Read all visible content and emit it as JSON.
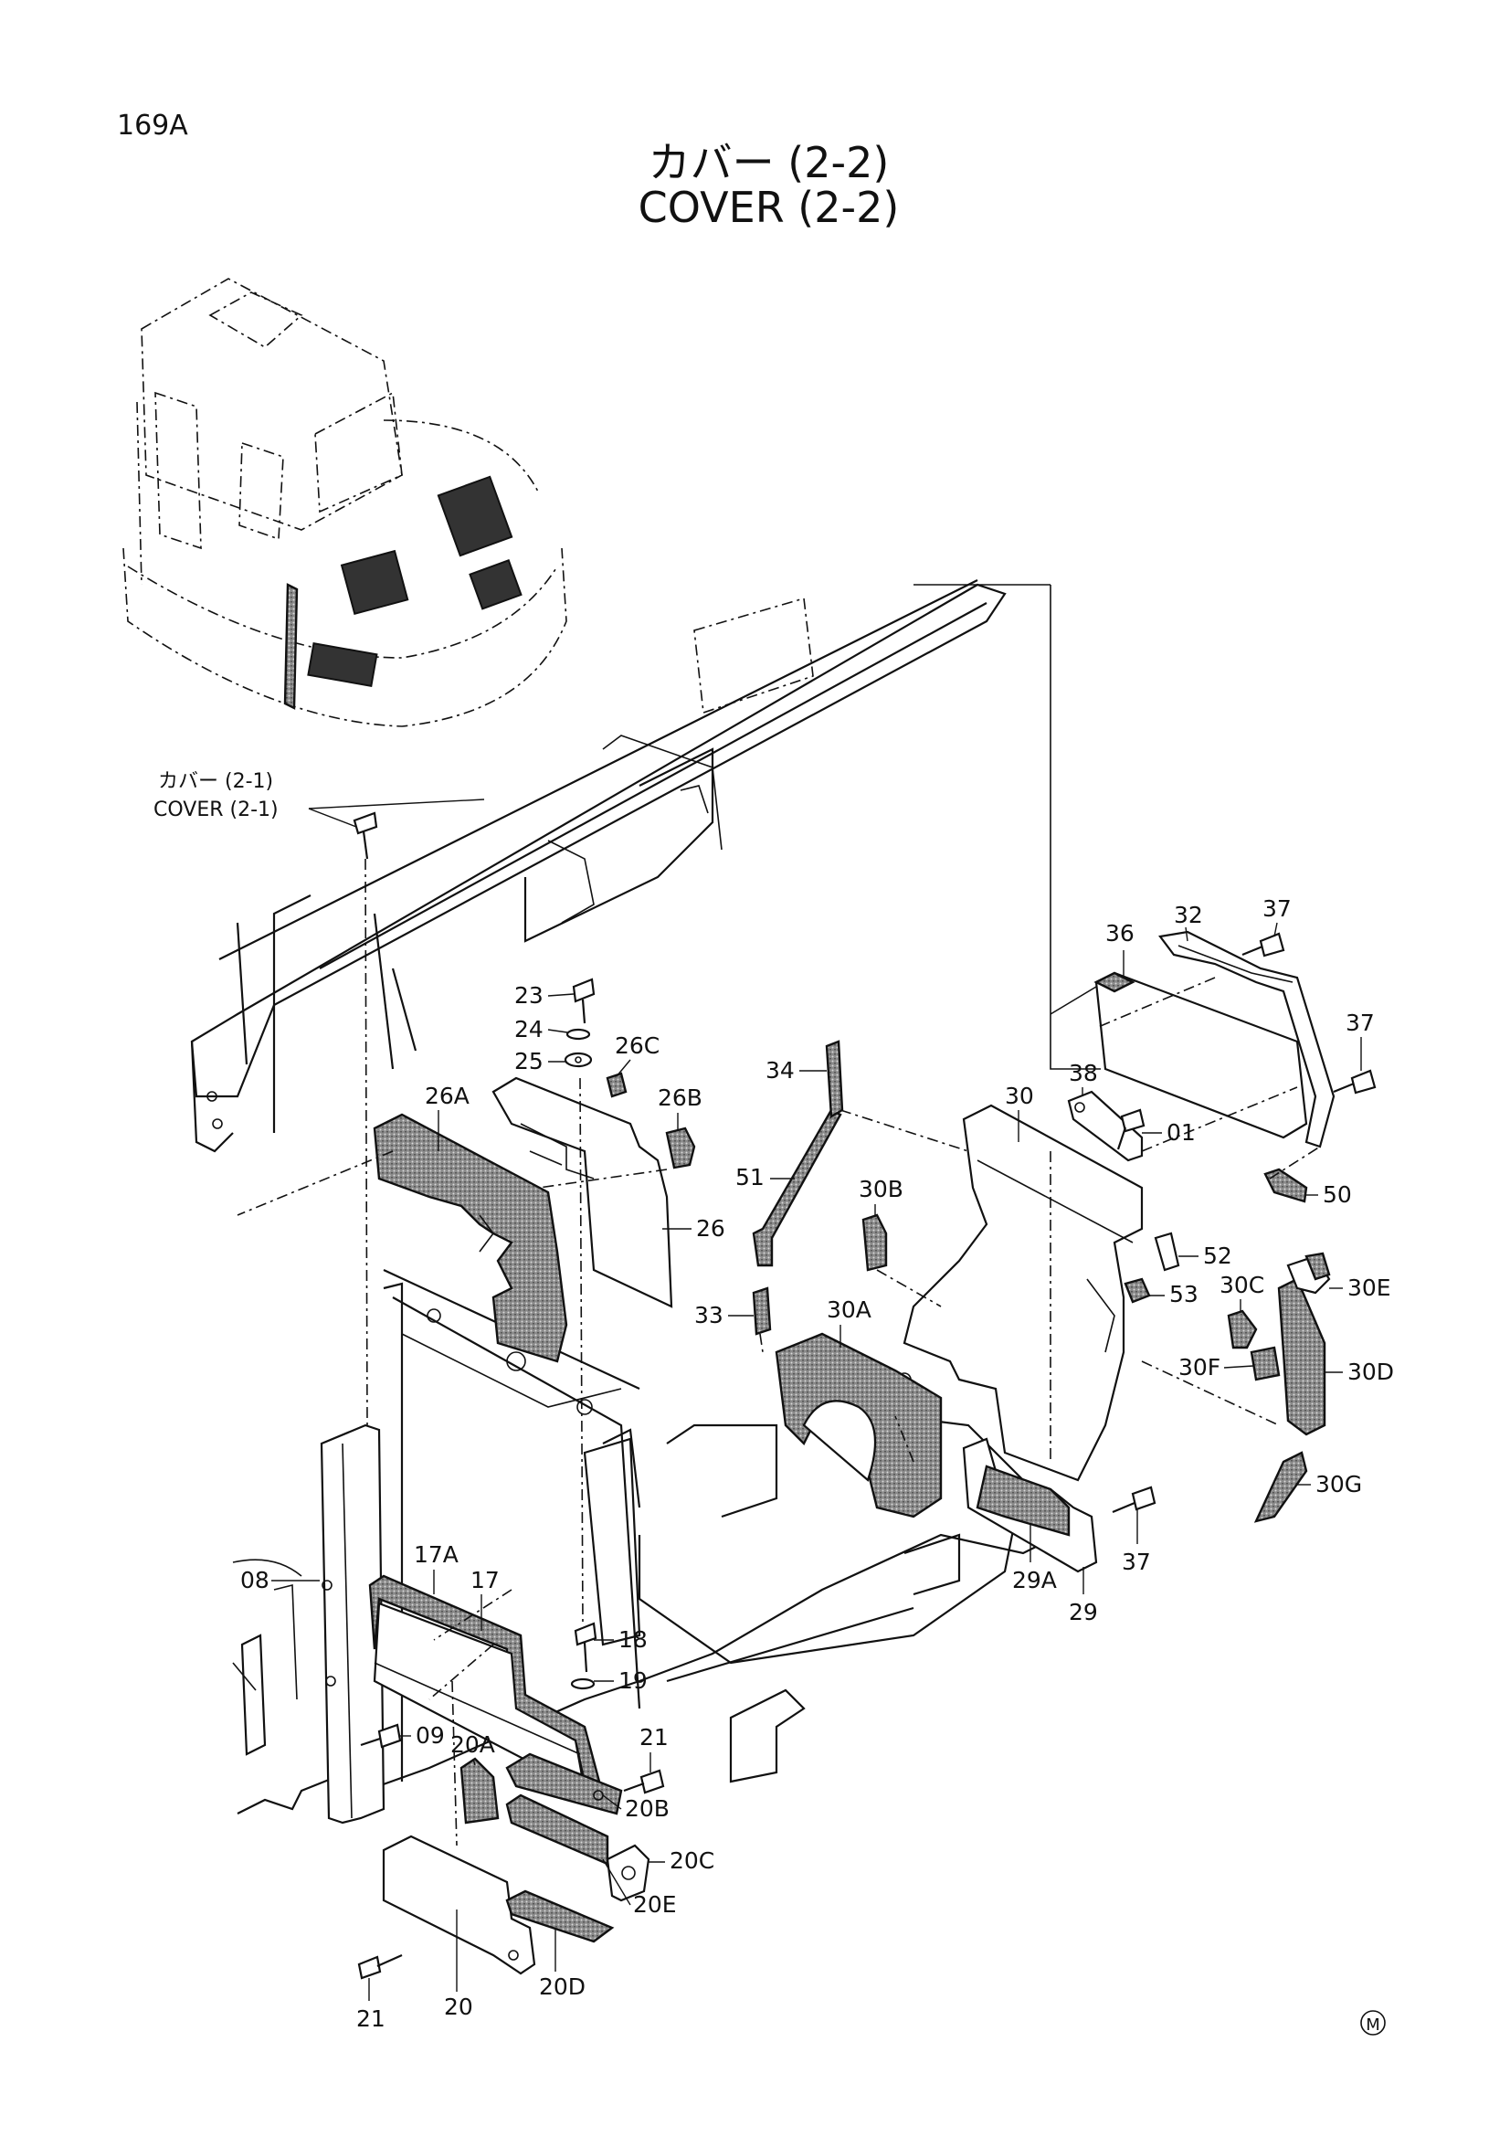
{
  "page_number": "169A",
  "title": {
    "jp": "カバー (2-2)",
    "en": "COVER (2-2)"
  },
  "reference": {
    "jp": "カバー (2-1)",
    "en": "COVER (2-1)"
  },
  "mark": "M",
  "part_labels": [
    "37",
    "36",
    "32",
    "37",
    "23",
    "24",
    "25",
    "26C",
    "26A",
    "26B",
    "34",
    "30",
    "38",
    "01",
    "50",
    "26",
    "51",
    "30B",
    "52",
    "53",
    "30C",
    "30E",
    "33",
    "30A",
    "30F",
    "30D",
    "30G",
    "37",
    "29A",
    "29",
    "08",
    "17A",
    "17",
    "18",
    "19",
    "09",
    "21",
    "20A",
    "20B",
    "20C",
    "20E",
    "21",
    "20",
    "20D"
  ]
}
